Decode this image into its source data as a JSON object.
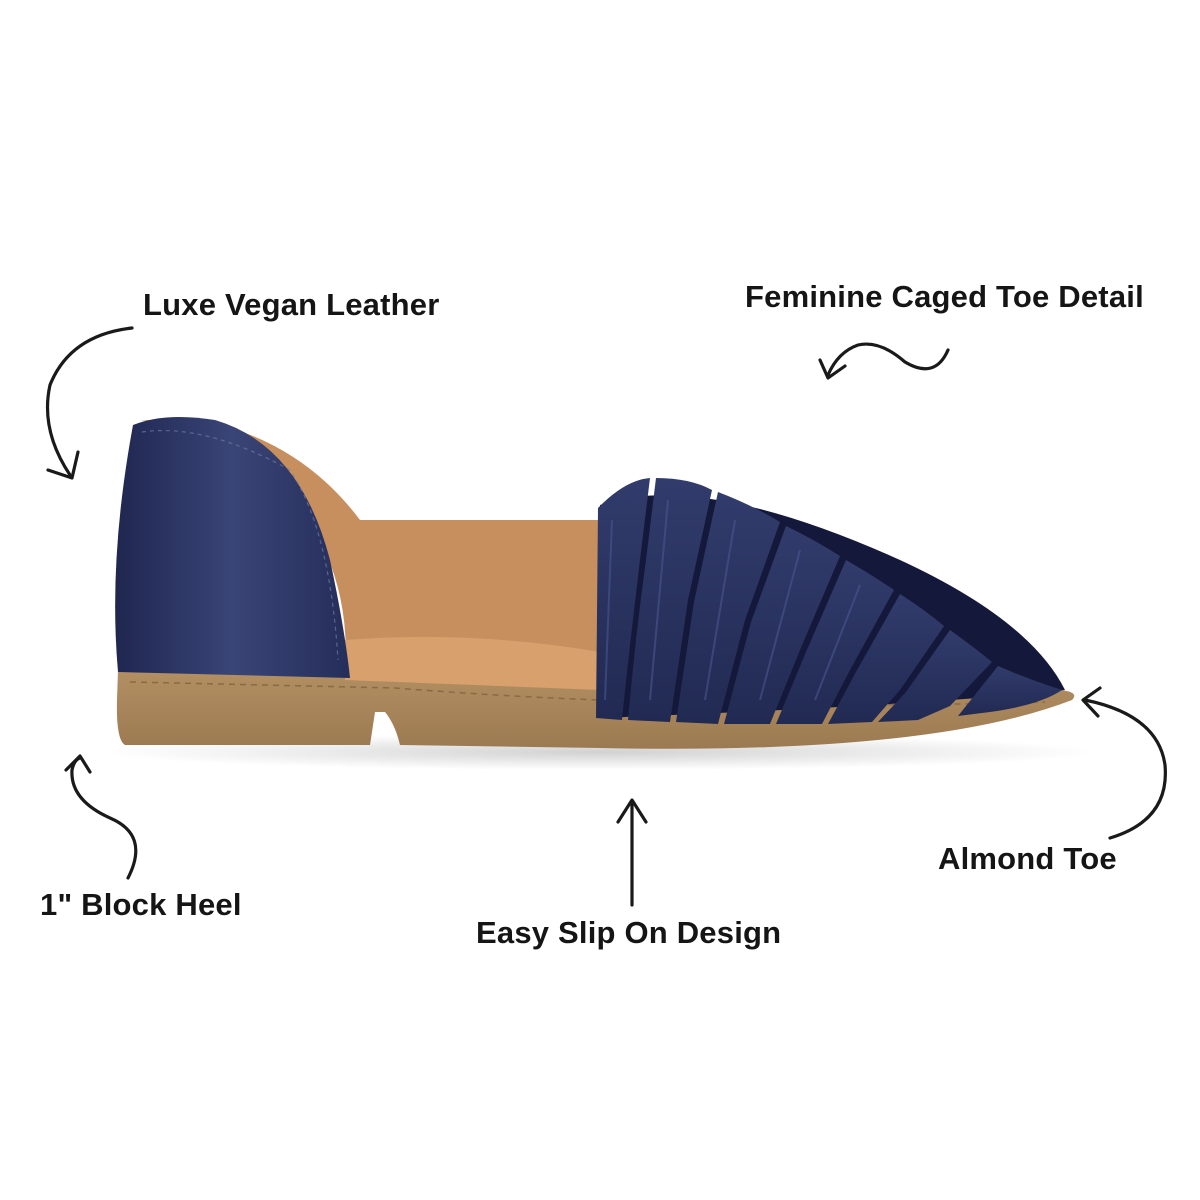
{
  "callouts": {
    "luxe_vegan_leather": "Luxe Vegan Leather",
    "feminine_caged_toe": "Feminine Caged Toe Detail",
    "block_heel": "1\" Block Heel",
    "easy_slip_on": "Easy Slip On Design",
    "almond_toe": "Almond Toe"
  },
  "colors": {
    "upper": "#27305c",
    "lining": "#c88f5e",
    "sole": "#a8855b",
    "text": "#151515"
  },
  "icons": {
    "arrows": "hand-drawn-arrow-icon"
  }
}
